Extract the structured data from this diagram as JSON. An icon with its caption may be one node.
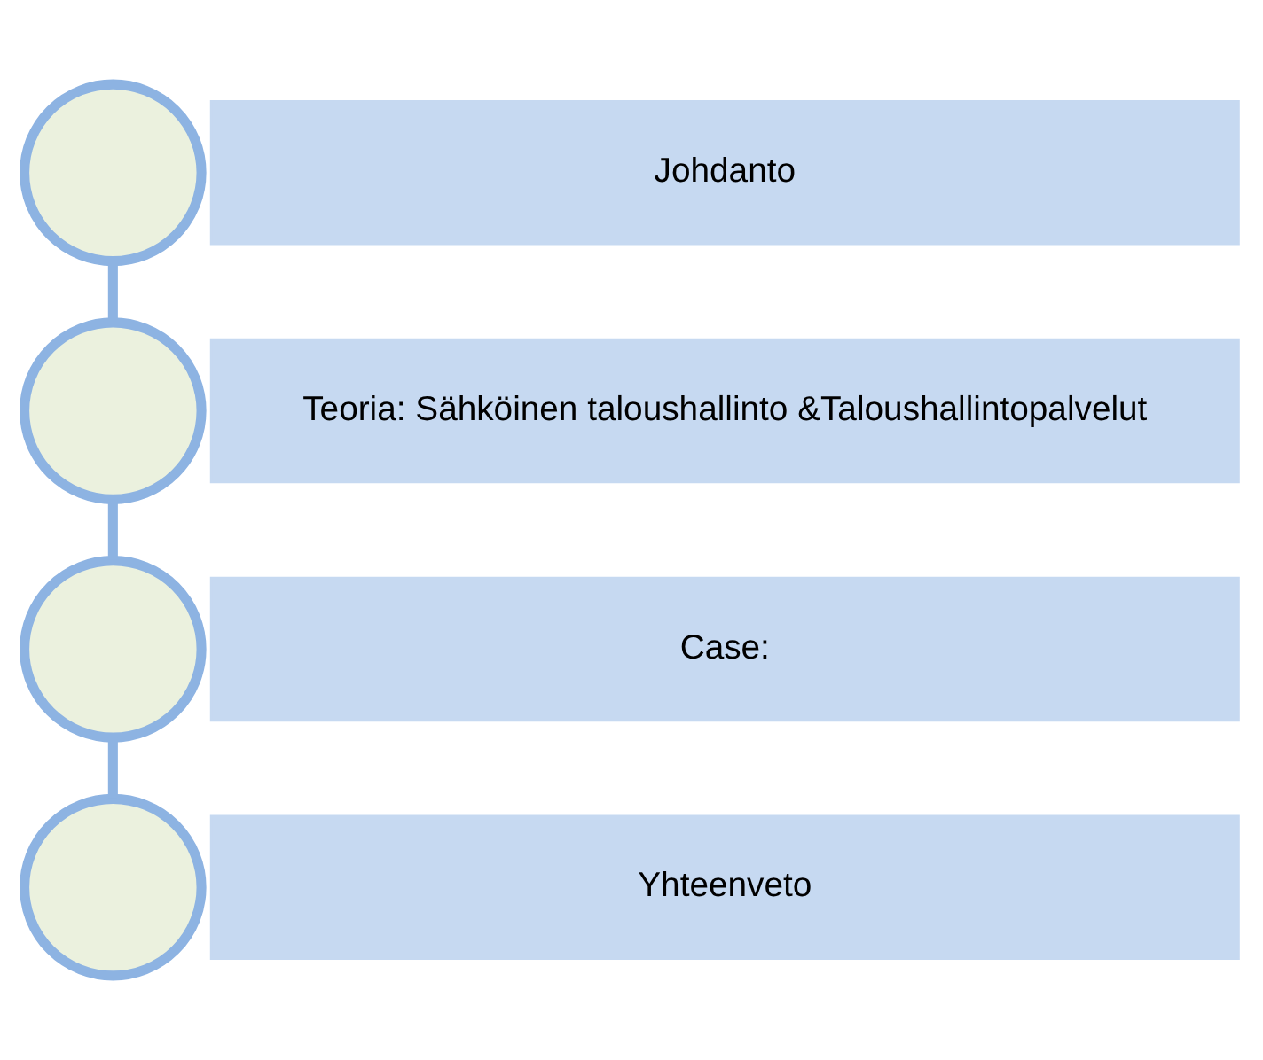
{
  "diagram": {
    "nodes": [
      {
        "text": [],
        "shape": "circle"
      },
      {
        "text": [
          "Johdanto"
        ]
      },
      {
        "text": [],
        "shape": "circle"
      },
      {
        "text": [
          "Teoria: Sähköinen taloushallinto &Taloushallintopalvelut"
        ]
      },
      {
        "text": [],
        "shape": "circle"
      },
      {
        "text": [
          "Case:"
        ]
      },
      {
        "text": [],
        "shape": "circle"
      },
      {
        "text": [
          "Yhteenveto"
        ]
      }
    ],
    "edges": [
      {
        "from": 0,
        "to": 2,
        "arrow": "none"
      },
      {
        "from": 2,
        "to": 4,
        "arrow": "none"
      },
      {
        "from": 4,
        "to": 6,
        "arrow": "none"
      }
    ]
  }
}
